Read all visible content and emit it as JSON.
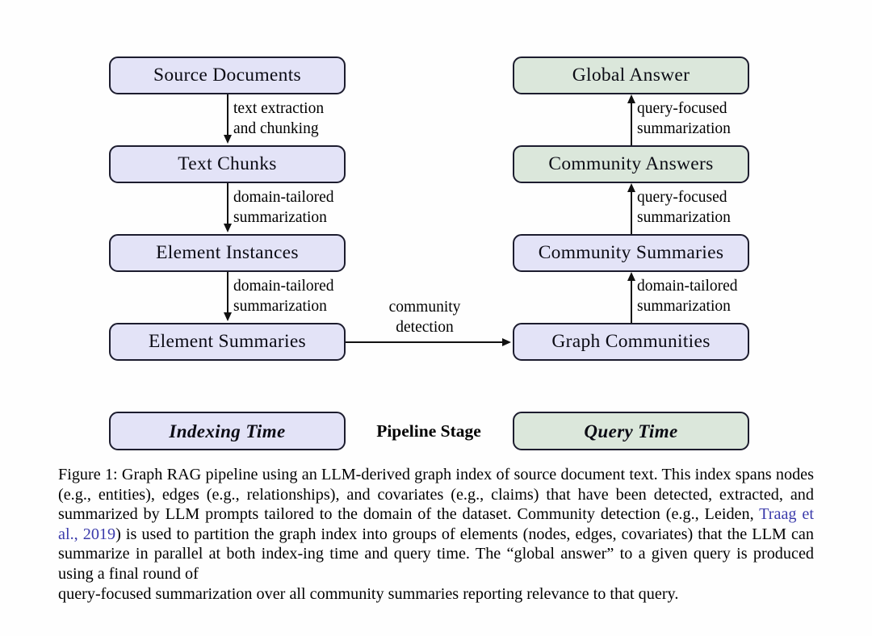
{
  "figure": {
    "columns": {
      "indexing_color": "#e3e3f7",
      "query_color": "#dbe7db",
      "border_color": "#1c1c2e"
    },
    "nodes": {
      "source_documents": "Source Documents",
      "text_chunks": "Text Chunks",
      "element_instances": "Element Instances",
      "element_summaries": "Element Summaries",
      "graph_communities": "Graph Communities",
      "community_summaries": "Community Summaries",
      "community_answers": "Community Answers",
      "global_answer": "Global Answer"
    },
    "edges": {
      "docs_to_chunks_l1": "text extraction",
      "docs_to_chunks_l2": "and chunking",
      "chunks_to_instances_l1": "domain-tailored",
      "chunks_to_instances_l2": "summarization",
      "instances_to_summaries_l1": "domain-tailored",
      "instances_to_summaries_l2": "summarization",
      "summaries_to_communities_l1": "community",
      "summaries_to_communities_l2": "detection",
      "communities_to_comsummaries_l1": "domain-tailored",
      "communities_to_comsummaries_l2": "summarization",
      "comsummaries_to_comanswers_l1": "query-focused",
      "comsummaries_to_comanswers_l2": "summarization",
      "comanswers_to_global_l1": "query-focused",
      "comanswers_to_global_l2": "summarization"
    },
    "legend": {
      "indexing_time": "Indexing Time",
      "pipeline_stage": "Pipeline Stage",
      "query_time": "Query Time"
    }
  },
  "caption": {
    "part1": "Figure 1: Graph RAG pipeline using an LLM-derived graph index of source document text. This index spans nodes (e.g., entities), edges (e.g., relationships), and covariates (e.g., claims) that have been detected, extracted, and summarized by LLM prompts tailored to the domain of the dataset. Community detection (e.g., Leiden, ",
    "citation": "Traag et al., 2019",
    "part2": ") is used to partition the graph index into groups of elements (nodes, edges, covariates) that the LLM can summarize in parallel at both index-ing time and query time. The “global answer” to a given query is produced using a final round of",
    "lastline": "query-focused summarization over all community summaries reporting relevance to that query."
  }
}
